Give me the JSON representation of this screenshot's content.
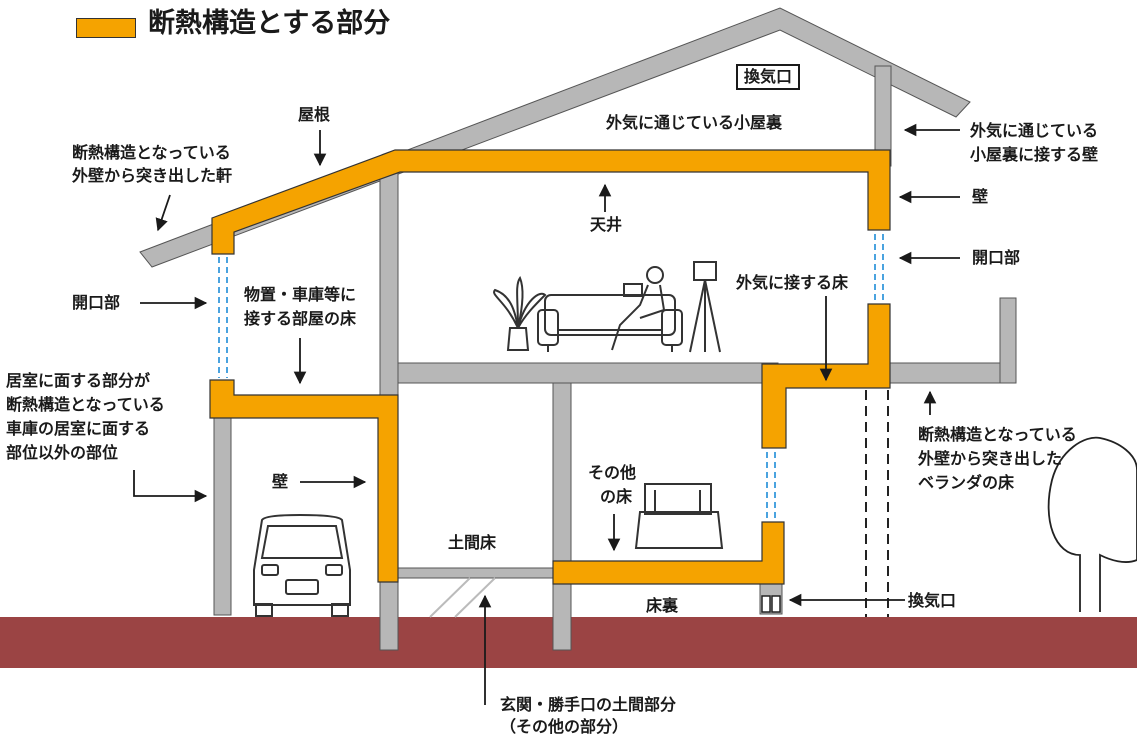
{
  "legend": {
    "text": "断熱構造とする部分",
    "color": "#f5a300"
  },
  "colors": {
    "insulation": "#f5a300",
    "structure": "#b7b7b7",
    "ground": "#9b4444",
    "opening": "#4aa3df",
    "outline": "#333333"
  },
  "labels": {
    "roof": "屋根",
    "eave_1": "断熱構造となっている",
    "eave_2": "外壁から突き出した軒",
    "vent_top": "換気口",
    "attic": "外気に通じている小屋裏",
    "attic_wall_1": "外気に通じている",
    "attic_wall_2": "小屋裏に接する壁",
    "wall_right": "壁",
    "ceiling": "天井",
    "opening_right": "開口部",
    "opening_left": "開口部",
    "storage_floor_1": "物置・車庫等に",
    "storage_floor_2": "接する部屋の床",
    "outside_floor": "外気に接する床",
    "garage_1": "居室に面する部分が",
    "garage_2": "断熱構造となっている",
    "garage_3": "車庫の居室に面する",
    "garage_4": "部位以外の部位",
    "wall_left": "壁",
    "other_floor_1": "その他",
    "other_floor_2": "の床",
    "veranda_1": "断熱構造となっている",
    "veranda_2": "外壁から突き出した",
    "veranda_3": "ベランダの床",
    "doma": "土間床",
    "underfloor": "床裏",
    "vent_bottom": "換気口",
    "entrance_1": "玄関・勝手口の土間部分",
    "entrance_2": "（その他の部分）"
  }
}
